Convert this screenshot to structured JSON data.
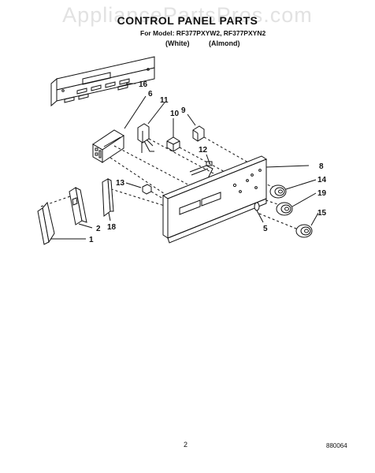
{
  "watermark": "AppliancePartsPros.com",
  "title": "CONTROL PANEL PARTS",
  "models": "For Model: RF377PXYW2, RF377PXYN2",
  "variants": {
    "white": "(White)",
    "almond": "(Almond)"
  },
  "callouts": {
    "c16": "16",
    "c6": "6",
    "c11": "11",
    "c10": "10",
    "c9": "9",
    "c12": "12",
    "c8": "8",
    "c14": "14",
    "c19": "19",
    "c15": "15",
    "c13": "13",
    "c5": "5",
    "c2": "2",
    "c18": "18",
    "c1": "1"
  },
  "footer": {
    "page": "2",
    "code": "880064"
  }
}
